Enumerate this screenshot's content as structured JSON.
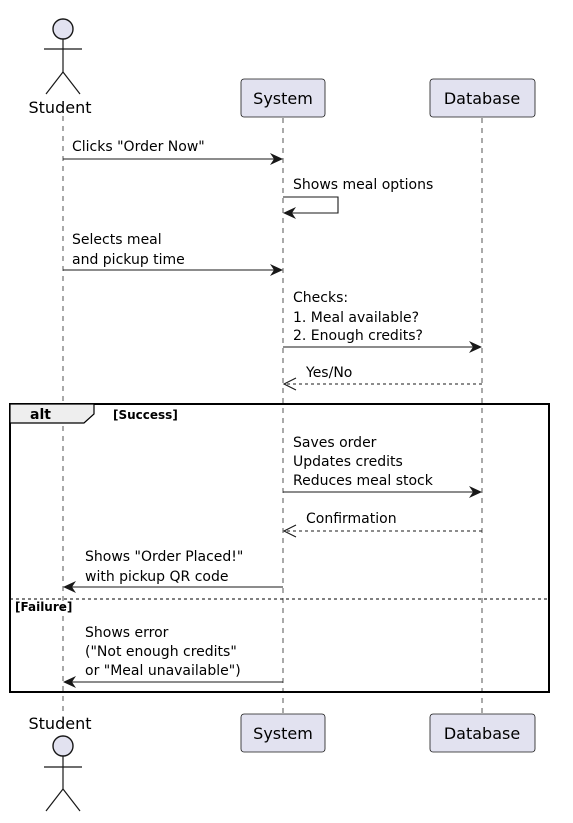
{
  "participants": {
    "student": "Student",
    "system": "System",
    "database": "Database"
  },
  "messages": [
    {
      "id": "m1",
      "from": "Student",
      "to": "System",
      "style": "solid",
      "lines": [
        "Clicks \"Order Now\""
      ]
    },
    {
      "id": "m2",
      "from": "System",
      "to": "System",
      "style": "solid",
      "lines": [
        "Shows meal options"
      ]
    },
    {
      "id": "m3",
      "from": "Student",
      "to": "System",
      "style": "solid",
      "lines": [
        "Selects meal",
        "and pickup time"
      ]
    },
    {
      "id": "m4",
      "from": "System",
      "to": "Database",
      "style": "solid",
      "lines": [
        "Checks:",
        "1. Meal available?",
        "2. Enough credits?"
      ]
    },
    {
      "id": "m5",
      "from": "Database",
      "to": "System",
      "style": "dashed",
      "lines": [
        "Yes/No"
      ]
    },
    {
      "id": "m6",
      "from": "System",
      "to": "Database",
      "style": "solid",
      "lines": [
        "Saves order",
        "Updates credits",
        "Reduces meal stock"
      ]
    },
    {
      "id": "m7",
      "from": "Database",
      "to": "System",
      "style": "dashed",
      "lines": [
        "Confirmation"
      ]
    },
    {
      "id": "m8",
      "from": "System",
      "to": "Student",
      "style": "solid",
      "lines": [
        "Shows \"Order Placed!\"",
        "with pickup QR code"
      ]
    },
    {
      "id": "m9",
      "from": "System",
      "to": "Student",
      "style": "solid",
      "lines": [
        "Shows error",
        "(\"Not enough credits\"",
        "or \"Meal unavailable\")"
      ]
    }
  ],
  "alt_fragment": {
    "label": "alt",
    "conditions": [
      "[Success]",
      "[Failure]"
    ]
  }
}
